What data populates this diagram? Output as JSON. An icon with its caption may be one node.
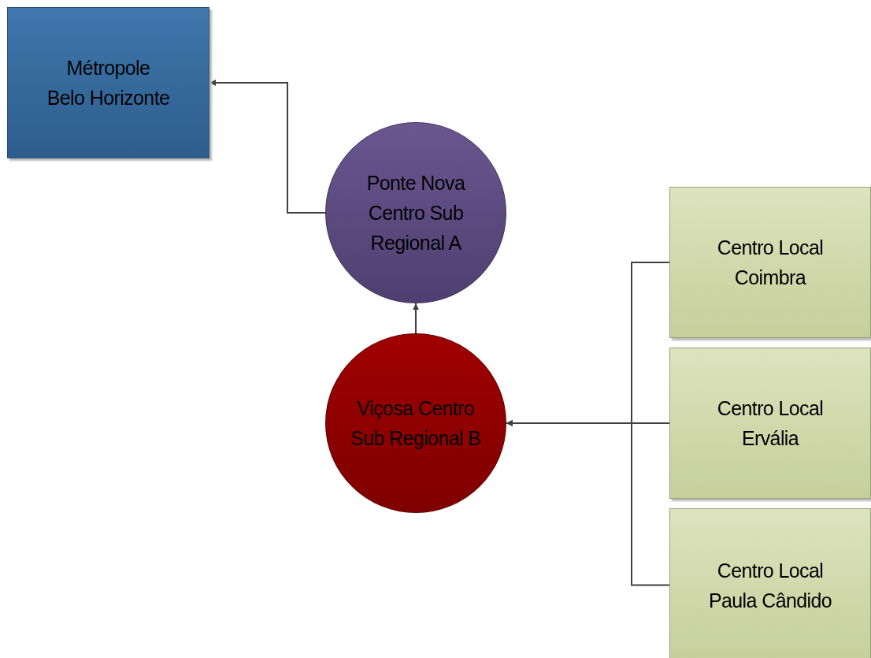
{
  "diagram": {
    "nodes": [
      {
        "text": [
          "Métropole Belo Horizonte"
        ]
      },
      {
        "text": [
          "Ponte Nova Centro Sub Regional A"
        ]
      },
      {
        "text": [
          "Viçosa Centro Sub Regional B"
        ]
      },
      {
        "text": [
          "Centro Local Coimbra"
        ]
      },
      {
        "text": [
          "Centro Local Ervália"
        ]
      },
      {
        "text": [
          "Centro Local Paula Cândido"
        ]
      }
    ],
    "edges": [
      {
        "from": 1,
        "to": 0,
        "arrow": "to"
      },
      {
        "from": 2,
        "to": 1,
        "arrow": "to"
      },
      {
        "from": 3,
        "to": 2,
        "arrow": "to"
      },
      {
        "from": 4,
        "to": 2,
        "arrow": "to"
      },
      {
        "from": 5,
        "to": 2,
        "arrow": "to"
      }
    ]
  }
}
